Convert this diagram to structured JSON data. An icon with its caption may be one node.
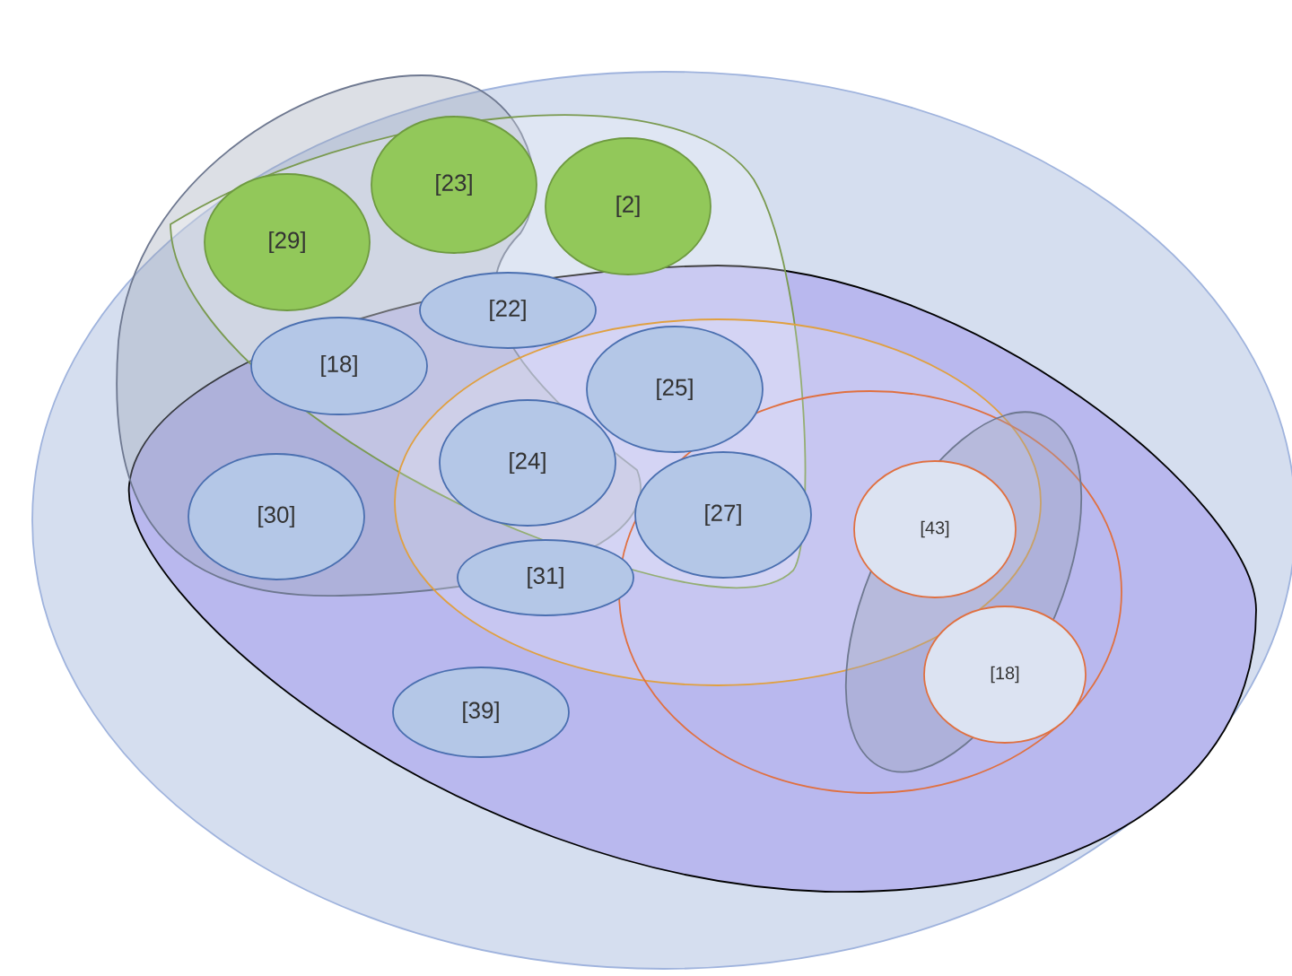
{
  "diagram": {
    "nodes": [
      {
        "text": [
          "[29]"
        ]
      },
      {
        "text": [
          "[23]"
        ]
      },
      {
        "text": [
          "[2]"
        ]
      },
      {
        "text": [
          "[22]"
        ]
      },
      {
        "text": [
          "[18]"
        ]
      },
      {
        "text": [
          "[25]"
        ]
      },
      {
        "text": [
          "[24]"
        ]
      },
      {
        "text": [
          "[30]"
        ]
      },
      {
        "text": [
          "[27]"
        ]
      },
      {
        "text": [
          "[31]"
        ]
      },
      {
        "text": [
          "[43]"
        ]
      },
      {
        "text": [
          "[18]"
        ]
      },
      {
        "text": [
          "[39]"
        ]
      }
    ]
  }
}
